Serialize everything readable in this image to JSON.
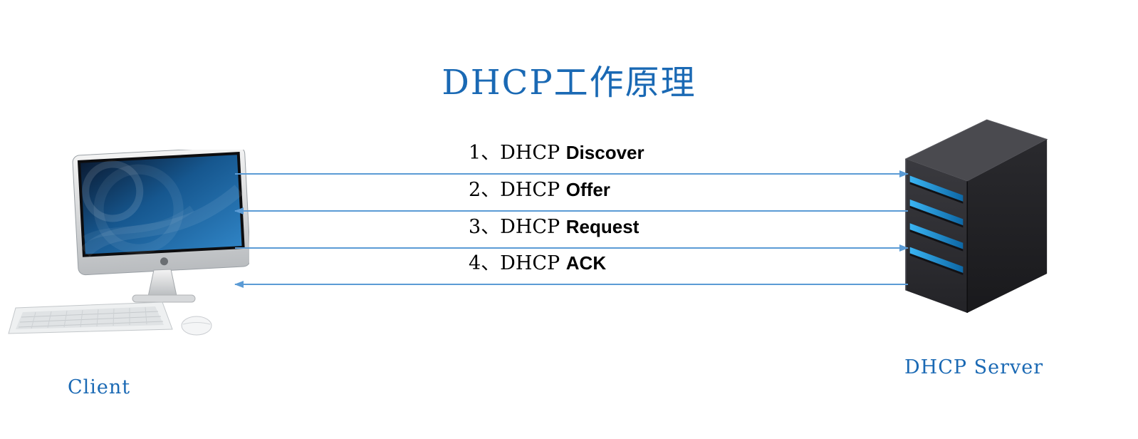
{
  "title": "DHCP工作原理",
  "client": {
    "label": "Client"
  },
  "server": {
    "label": "DHCP Server"
  },
  "messages": [
    {
      "prefix": "1、DHCP ",
      "name": "Discover",
      "direction": "to-server"
    },
    {
      "prefix": "2、DHCP ",
      "name": "Offer",
      "direction": "to-client"
    },
    {
      "prefix": "3、DHCP ",
      "name": "Request",
      "direction": "to-server"
    },
    {
      "prefix": "4、DHCP ",
      "name": "ACK",
      "direction": "to-client"
    }
  ],
  "colors": {
    "accent": "#1a69b4",
    "arrow": "#5b9bd5",
    "server_led": "#1d9be3"
  }
}
